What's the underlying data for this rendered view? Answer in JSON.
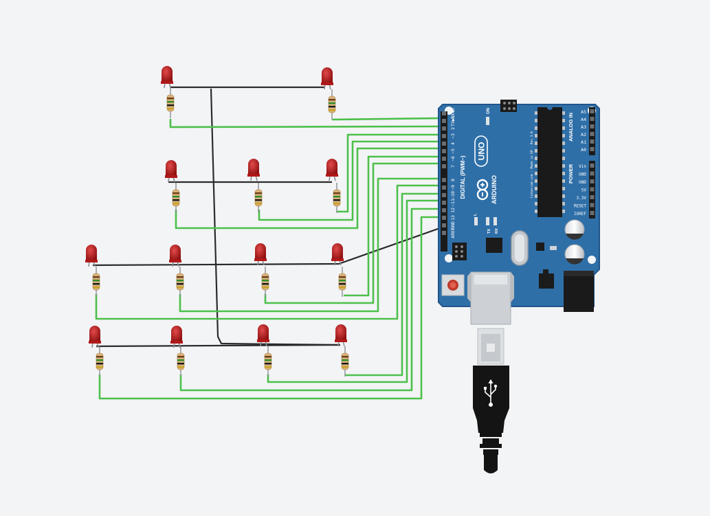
{
  "board": {
    "name": "UNO",
    "brand": "ARDUINO",
    "digital_label": "DIGITAL (PWM~)",
    "analog_label": "ANALOG IN",
    "power_label": "POWER",
    "on_label": "ON",
    "led_labels": {
      "l": "L",
      "tx": "TX",
      "rx": "RX"
    },
    "fine_print": "tinkercad.com · Made in EP · Rev 3.0",
    "digital_pins": [
      "RX◀0",
      "TX▶1",
      "2",
      "~3",
      "4",
      "~5",
      "~6",
      "7",
      "8",
      "~9",
      "~10",
      "~11",
      "12",
      "13",
      "GND",
      "AREF"
    ],
    "analog_pins": [
      "A5",
      "A4",
      "A3",
      "A2",
      "A1",
      "A0"
    ],
    "power_pins": [
      "Vin",
      "GND",
      "GND",
      "5V",
      "3.3V",
      "RESET",
      "IOREF"
    ],
    "color_board": "#2f6fa8",
    "color_board_edge": "#21548a"
  },
  "components": {
    "led_color": "#b01818",
    "resistor_color": "#d9b27c",
    "wire_signal_color": "#4cc04a",
    "wire_ground_color": "#2b2b2b",
    "usb_cable": "usb-b-cable",
    "usb_icon": "usb-trident-icon"
  }
}
